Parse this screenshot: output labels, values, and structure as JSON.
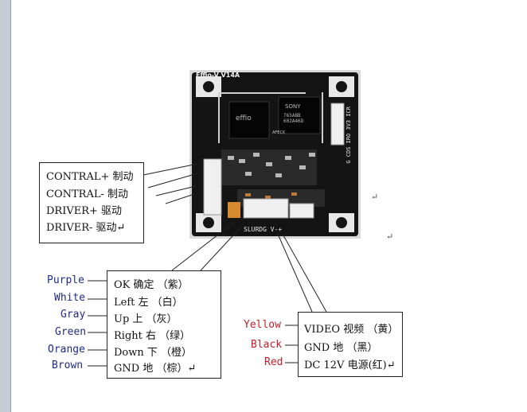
{
  "board": {
    "title": "Effio-V V14A",
    "bottom_label": "SLURDG   V-+",
    "side_label": "G CDS IRO 3V3 ICR",
    "chip1_text": "effio",
    "chip2_text": "SONY",
    "chip2_sub": "765ABB\n602A46D",
    "small_text": "AFECK"
  },
  "box_top_left": {
    "lines": [
      "CONTRAL+ 制动",
      "CONTRAL-  制动",
      "DRIVER+   驱动",
      "DRIVER-   驱动↵"
    ]
  },
  "box_bottom_left": {
    "labels": [
      "Purple",
      "White",
      "Gray",
      "Green",
      "Orange",
      "Brown"
    ],
    "lines": [
      "OK   确定 （紫）",
      "Left     左  （白）",
      "Up        上  （灰）",
      "Right   右  （绿）",
      "Down  下    （橙）",
      "GND    地    （棕）↵"
    ]
  },
  "box_right": {
    "labels": [
      "Yellow",
      "Black",
      "Red"
    ],
    "lines": [
      "VIDEO 视频 （黄）",
      "GND    地     （黑）",
      "DC 12V  电源(红)↵"
    ]
  },
  "marks": [
    "↵",
    "↵"
  ],
  "colors": {
    "label_blue": "#1f2a8c",
    "label_red": "#c0202a",
    "pcb": "#1a1a1a"
  }
}
